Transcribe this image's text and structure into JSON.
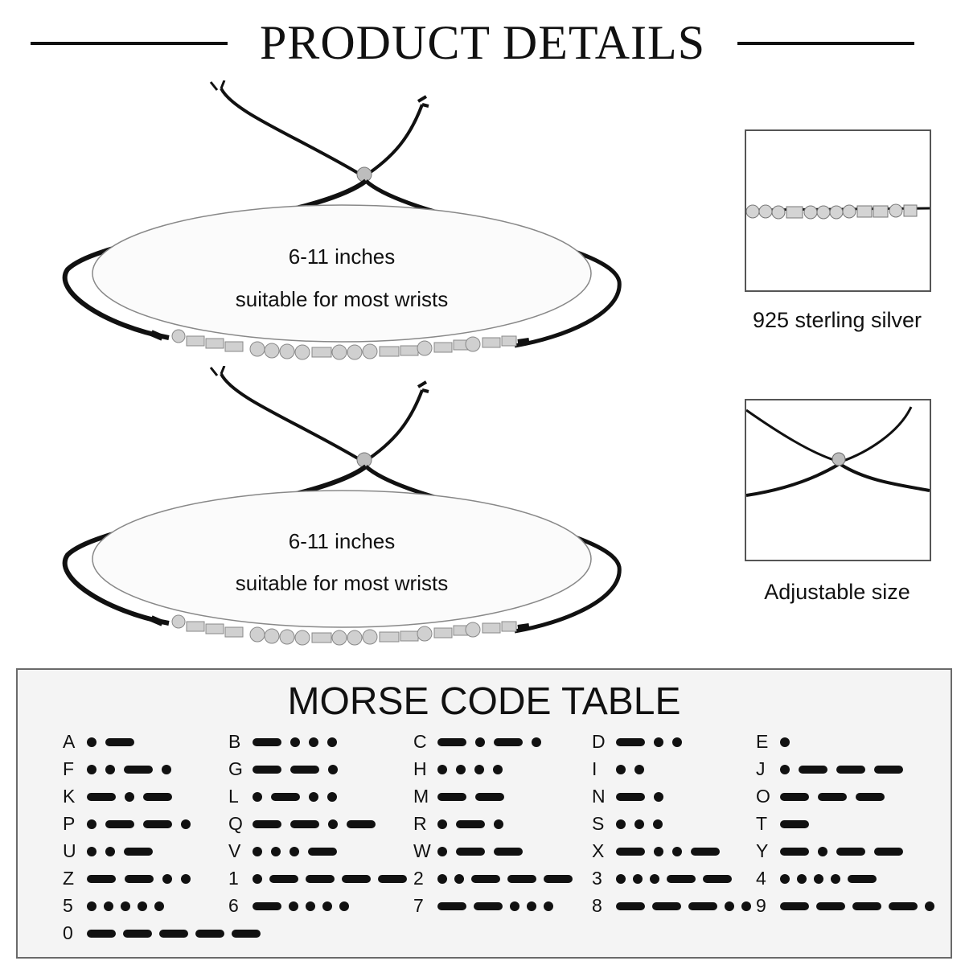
{
  "header": {
    "title": "PRODUCT DETAILS"
  },
  "bracelets": [
    {
      "size_text": "6-11 inches",
      "fit_text": "suitable for most wrists"
    },
    {
      "size_text": "6-11 inches",
      "fit_text": "suitable for most wrists"
    }
  ],
  "details": [
    {
      "caption": "925 sterling silver",
      "image": "silver-beads-closeup"
    },
    {
      "caption": "Adjustable size",
      "image": "sliding-knot-closeup"
    }
  ],
  "morse": {
    "title": "MORSE CODE TABLE",
    "entries": [
      {
        "char": "A",
        "code": ".-"
      },
      {
        "char": "B",
        "code": "-..."
      },
      {
        "char": "C",
        "code": "-.-."
      },
      {
        "char": "D",
        "code": "-.."
      },
      {
        "char": "E",
        "code": "."
      },
      {
        "char": "F",
        "code": "..-."
      },
      {
        "char": "G",
        "code": "--."
      },
      {
        "char": "H",
        "code": "...."
      },
      {
        "char": "I",
        "code": ".."
      },
      {
        "char": "J",
        "code": ".---"
      },
      {
        "char": "K",
        "code": "-.-"
      },
      {
        "char": "L",
        "code": ".-.."
      },
      {
        "char": "M",
        "code": "--"
      },
      {
        "char": "N",
        "code": "-."
      },
      {
        "char": "O",
        "code": "---"
      },
      {
        "char": "P",
        "code": ".--."
      },
      {
        "char": "Q",
        "code": "--.-"
      },
      {
        "char": "R",
        "code": ".-."
      },
      {
        "char": "S",
        "code": "..."
      },
      {
        "char": "T",
        "code": "-"
      },
      {
        "char": "U",
        "code": "..-"
      },
      {
        "char": "V",
        "code": "...-"
      },
      {
        "char": "W",
        "code": ".--"
      },
      {
        "char": "X",
        "code": "-..-"
      },
      {
        "char": "Y",
        "code": "-.--"
      },
      {
        "char": "Z",
        "code": "--.."
      },
      {
        "char": "1",
        "code": ".----"
      },
      {
        "char": "2",
        "code": "..---"
      },
      {
        "char": "3",
        "code": "...--"
      },
      {
        "char": "4",
        "code": "....-"
      },
      {
        "char": "5",
        "code": "....."
      },
      {
        "char": "6",
        "code": "-...."
      },
      {
        "char": "7",
        "code": "--..."
      },
      {
        "char": "8",
        "code": "---.."
      },
      {
        "char": "9",
        "code": "----."
      },
      {
        "char": "0",
        "code": "-----"
      }
    ]
  },
  "colors": {
    "cord": "#111111",
    "silver": "#c9c9c9",
    "panel_bg": "#f4f4f4",
    "panel_border": "#6a6a6a"
  }
}
